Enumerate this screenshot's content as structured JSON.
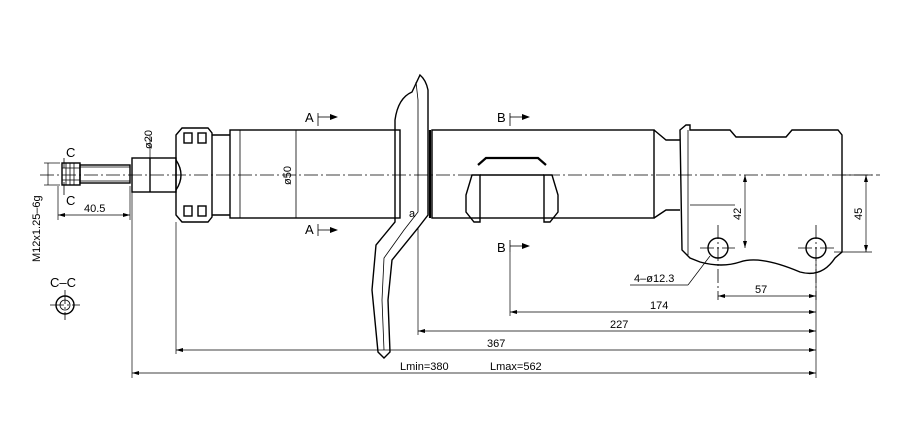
{
  "labels": {
    "section_a_top": "A",
    "section_a_bottom": "A",
    "section_b_top": "B",
    "section_b_bottom": "B",
    "section_c_top": "C",
    "section_c_bottom": "C",
    "section_cc": "C–C",
    "rod_diameter": "ø20",
    "tube_diameter": "ø50",
    "thread": "M12x1.25–6g",
    "thread_length": "40.5",
    "dim_42": "42",
    "dim_45": "45",
    "holes": "4–ø12.3",
    "dim_57": "57",
    "dim_174": "174",
    "dim_227": "227",
    "dim_367": "367",
    "lmin": "Lmin=380",
    "lmax": "Lmax=562",
    "point_a": "a"
  }
}
